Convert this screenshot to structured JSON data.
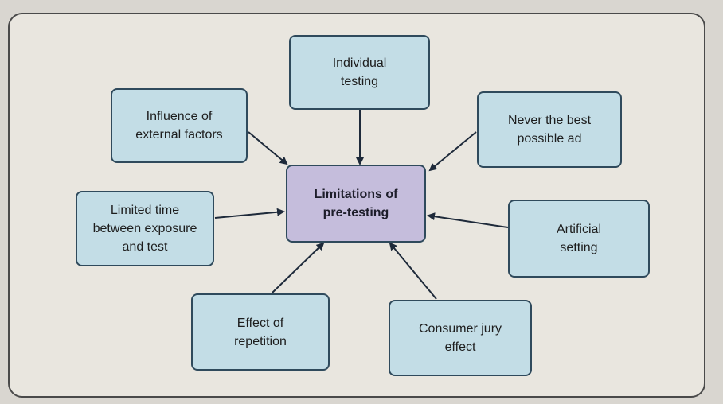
{
  "diagram": {
    "center": "Limitations of\npre-testing",
    "nodes": {
      "individual_testing": "Individual\ntesting",
      "influence_external": "Influence of\nexternal factors",
      "never_best_ad": "Never the best\npossible ad",
      "limited_time": "Limited time\nbetween exposure\nand test",
      "artificial_setting": "Artificial\nsetting",
      "effect_repetition": "Effect of\nrepetition",
      "consumer_jury": "Consumer jury\neffect"
    },
    "colors": {
      "node_fill": "#c3dde6",
      "center_fill": "#c5bddc",
      "border": "#2f4a5c",
      "arrow": "#1e2a3a"
    }
  }
}
